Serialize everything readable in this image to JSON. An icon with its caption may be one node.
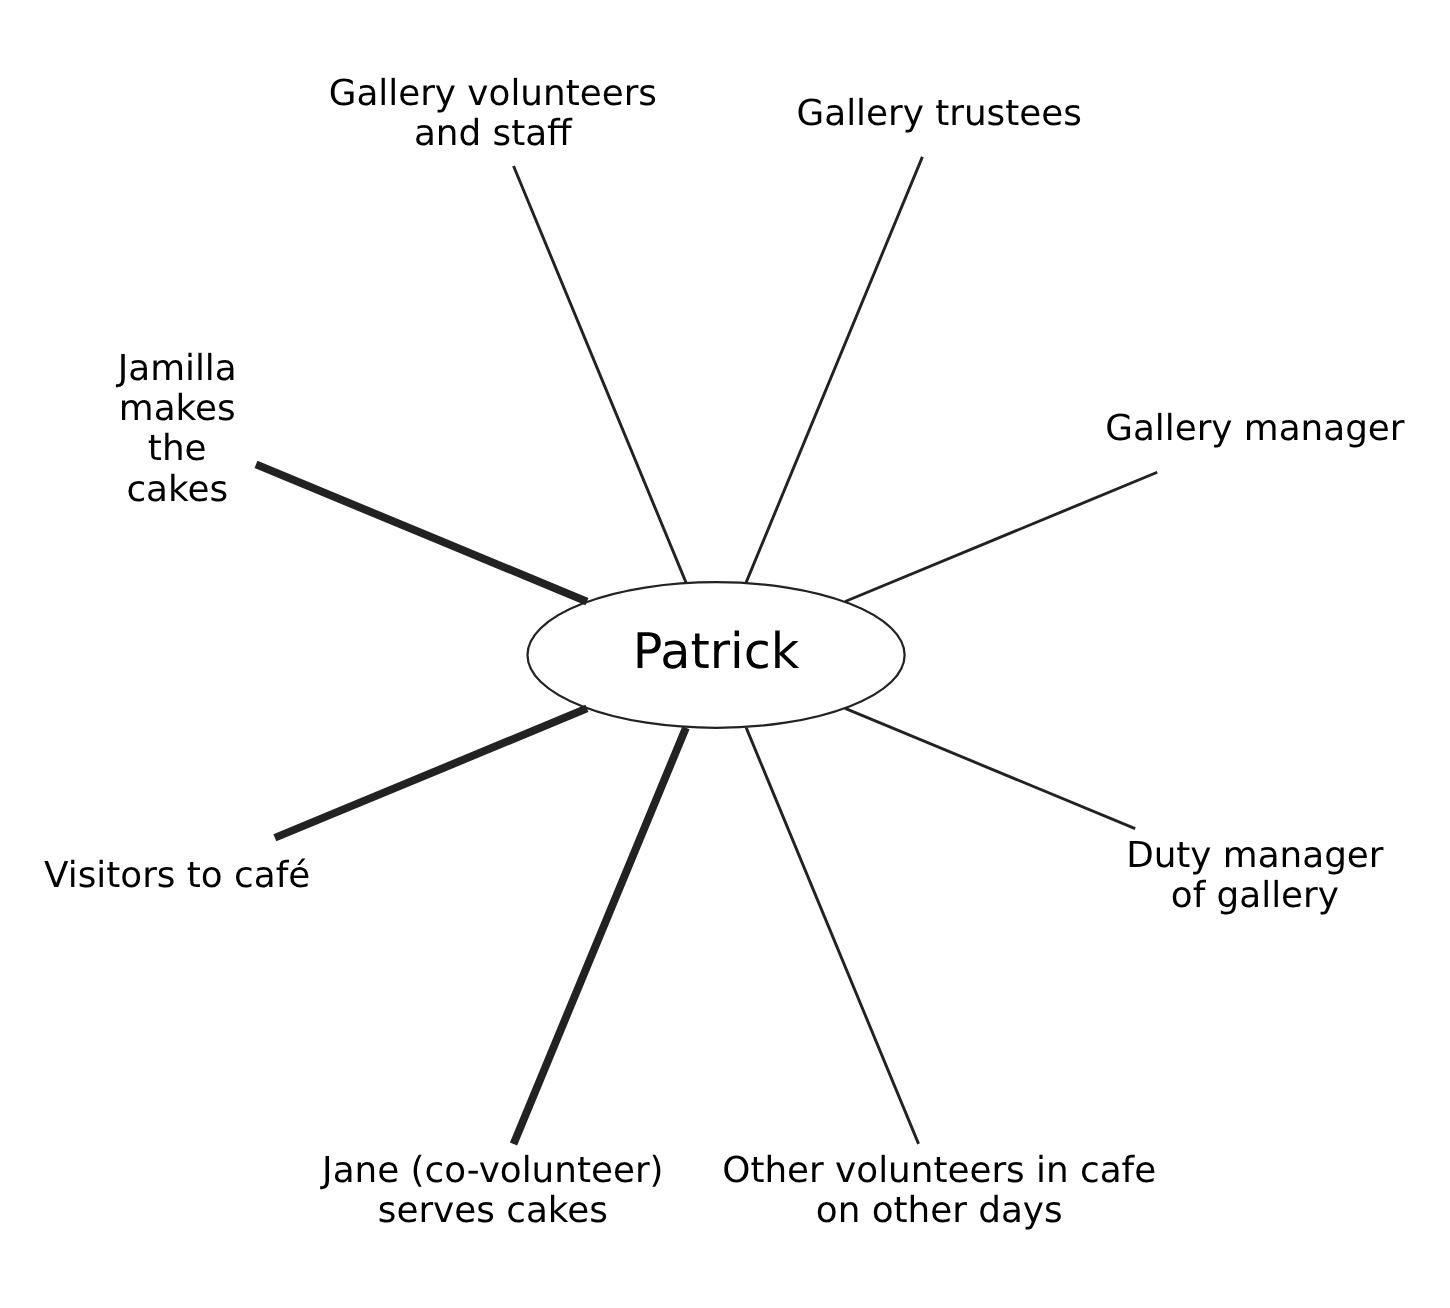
{
  "diagram": {
    "nodes": [
      {
        "text": [
          "Patrick"
        ]
      },
      {
        "text": [
          "Gallery manager"
        ]
      },
      {
        "text": [
          "Gallery trustees"
        ]
      },
      {
        "text": [
          "Gallery volunteers and staff"
        ]
      },
      {
        "text": [
          "Jamilla makes the cakes"
        ]
      },
      {
        "text": [
          "Visitors to café"
        ]
      },
      {
        "text": [
          "Jane (co-volunteer) serves cakes"
        ]
      },
      {
        "text": [
          "Other volunteers in cafe on other days"
        ]
      },
      {
        "text": [
          "Duty manager of gallery"
        ]
      }
    ],
    "edges": [
      {
        "from": 0,
        "to": 1,
        "arrow": "none"
      },
      {
        "from": 0,
        "to": 2,
        "arrow": "none"
      },
      {
        "from": 0,
        "to": 3,
        "arrow": "none"
      },
      {
        "from": 0,
        "to": 4,
        "arrow": "none",
        "style": "thick"
      },
      {
        "from": 0,
        "to": 5,
        "arrow": "none",
        "style": "thick"
      },
      {
        "from": 0,
        "to": 6,
        "arrow": "none",
        "style": "thick"
      },
      {
        "from": 0,
        "to": 7,
        "arrow": "none"
      },
      {
        "from": 0,
        "to": 8,
        "arrow": "none"
      }
    ]
  }
}
